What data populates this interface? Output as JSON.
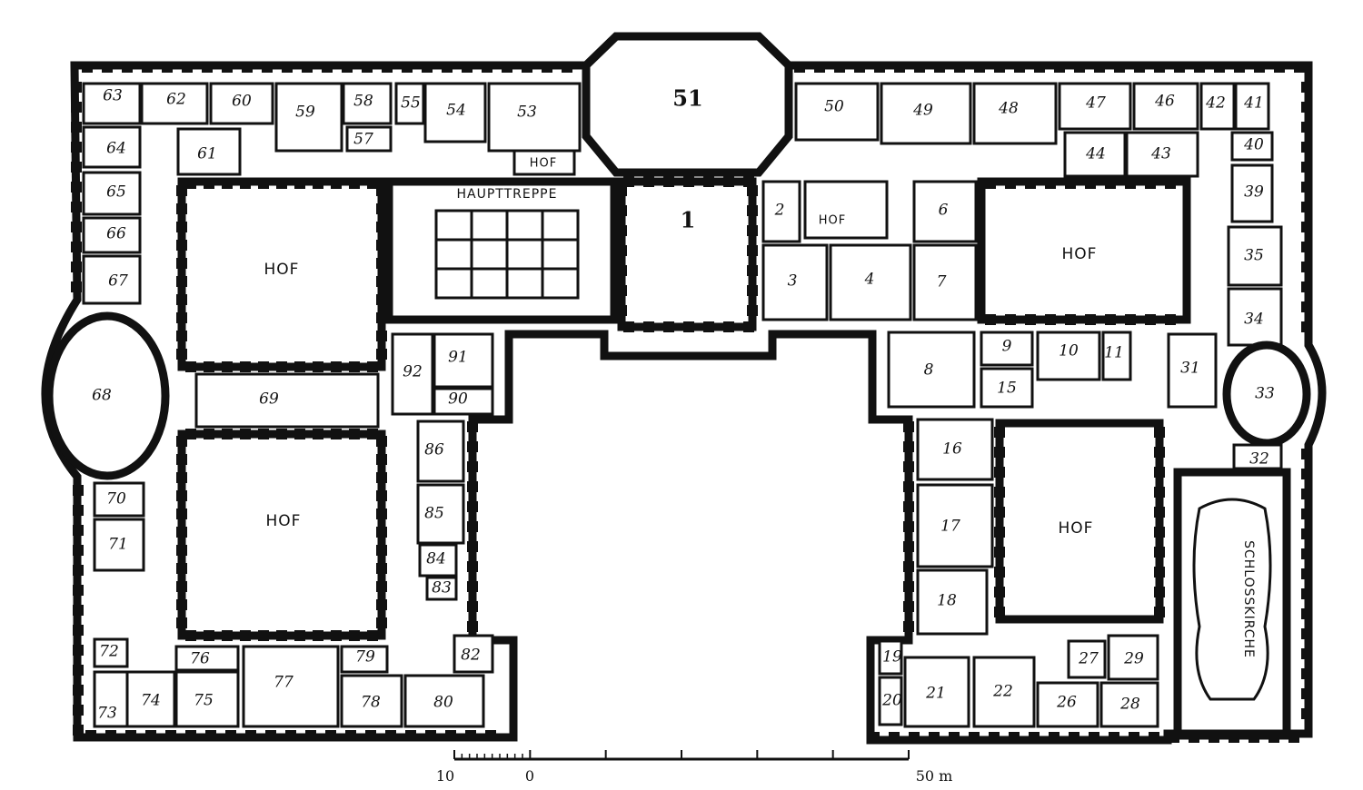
{
  "rooms": [
    {
      "id": "r1",
      "label": "1",
      "big": true
    },
    {
      "id": "r2",
      "label": "2"
    },
    {
      "id": "r3",
      "label": "3"
    },
    {
      "id": "r4",
      "label": "4"
    },
    {
      "id": "r6",
      "label": "6"
    },
    {
      "id": "r7",
      "label": "7"
    },
    {
      "id": "r8",
      "label": "8"
    },
    {
      "id": "r9",
      "label": "9"
    },
    {
      "id": "r10",
      "label": "10"
    },
    {
      "id": "r11",
      "label": "11"
    },
    {
      "id": "r15",
      "label": "15"
    },
    {
      "id": "r16",
      "label": "16"
    },
    {
      "id": "r17",
      "label": "17"
    },
    {
      "id": "r18",
      "label": "18"
    },
    {
      "id": "r19",
      "label": "19"
    },
    {
      "id": "r20",
      "label": "20"
    },
    {
      "id": "r21",
      "label": "21"
    },
    {
      "id": "r22",
      "label": "22"
    },
    {
      "id": "r26",
      "label": "26"
    },
    {
      "id": "r27",
      "label": "27"
    },
    {
      "id": "r28",
      "label": "28"
    },
    {
      "id": "r29",
      "label": "29"
    },
    {
      "id": "r31",
      "label": "31"
    },
    {
      "id": "r32",
      "label": "32"
    },
    {
      "id": "r33",
      "label": "33"
    },
    {
      "id": "r34",
      "label": "34"
    },
    {
      "id": "r35",
      "label": "35"
    },
    {
      "id": "r39",
      "label": "39"
    },
    {
      "id": "r40",
      "label": "40"
    },
    {
      "id": "r41",
      "label": "41"
    },
    {
      "id": "r42",
      "label": "42"
    },
    {
      "id": "r43",
      "label": "43"
    },
    {
      "id": "r44",
      "label": "44"
    },
    {
      "id": "r46",
      "label": "46"
    },
    {
      "id": "r47",
      "label": "47"
    },
    {
      "id": "r48",
      "label": "48"
    },
    {
      "id": "r49",
      "label": "49"
    },
    {
      "id": "r50",
      "label": "50"
    },
    {
      "id": "r51",
      "label": "51",
      "big": true
    },
    {
      "id": "r53",
      "label": "53"
    },
    {
      "id": "r54",
      "label": "54"
    },
    {
      "id": "r55",
      "label": "55"
    },
    {
      "id": "r57",
      "label": "57"
    },
    {
      "id": "r58",
      "label": "58"
    },
    {
      "id": "r59",
      "label": "59"
    },
    {
      "id": "r60",
      "label": "60"
    },
    {
      "id": "r61",
      "label": "61"
    },
    {
      "id": "r62",
      "label": "62"
    },
    {
      "id": "r63",
      "label": "63"
    },
    {
      "id": "r64",
      "label": "64"
    },
    {
      "id": "r65",
      "label": "65"
    },
    {
      "id": "r66",
      "label": "66"
    },
    {
      "id": "r67",
      "label": "67"
    },
    {
      "id": "r68",
      "label": "68"
    },
    {
      "id": "r69",
      "label": "69"
    },
    {
      "id": "r70",
      "label": "70"
    },
    {
      "id": "r71",
      "label": "71"
    },
    {
      "id": "r72",
      "label": "72"
    },
    {
      "id": "r73",
      "label": "73"
    },
    {
      "id": "r74",
      "label": "74"
    },
    {
      "id": "r75",
      "label": "75"
    },
    {
      "id": "r76",
      "label": "76"
    },
    {
      "id": "r77",
      "label": "77"
    },
    {
      "id": "r78",
      "label": "78"
    },
    {
      "id": "r79",
      "label": "79"
    },
    {
      "id": "r80",
      "label": "80"
    },
    {
      "id": "r82",
      "label": "82"
    },
    {
      "id": "r83",
      "label": "83"
    },
    {
      "id": "r84",
      "label": "84"
    },
    {
      "id": "r85",
      "label": "85"
    },
    {
      "id": "r86",
      "label": "86"
    },
    {
      "id": "r90",
      "label": "90"
    },
    {
      "id": "r91",
      "label": "91"
    },
    {
      "id": "r92",
      "label": "92"
    }
  ],
  "courtyards": {
    "hof_nw": "HOF",
    "hof_sw": "HOF",
    "hof_ne": "HOF",
    "hof_se": "HOF",
    "hof_small_top": "HOF",
    "hof_small_mid": "HOF"
  },
  "labels": {
    "main_stair": "HAUPTTREPPE",
    "chapel": "SCHLOSSKIRCHE"
  },
  "scale_bar": {
    "left_label": "10",
    "zero_label": "0",
    "right_label": "50 m",
    "min_value": -10,
    "max_value": 50,
    "major_step": 10,
    "minor_step": 1
  }
}
